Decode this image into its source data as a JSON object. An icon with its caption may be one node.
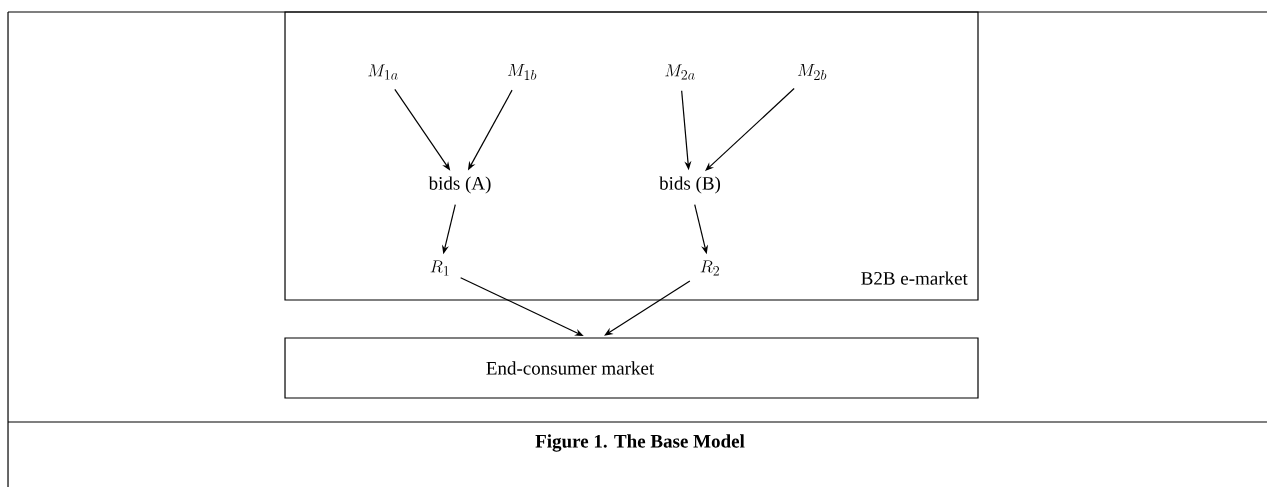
{
  "diagram": {
    "caption": "Figure 1. The Base Model",
    "nodes": [
      {
        "text": [
          "B2B e-market"
        ]
      },
      {
        "text": [
          "M_{1a}"
        ],
        "in": 0
      },
      {
        "text": [
          "M_{1b}"
        ],
        "in": 0
      },
      {
        "text": [
          "M_{2a}"
        ],
        "in": 0
      },
      {
        "text": [
          "M_{2b}"
        ],
        "in": 0
      },
      {
        "text": [
          "bids  (A)"
        ],
        "in": 0
      },
      {
        "text": [
          "bids  (B)"
        ],
        "in": 0
      },
      {
        "text": [
          "R_1"
        ],
        "in": 0
      },
      {
        "text": [
          "R_2"
        ],
        "in": 0
      },
      {
        "text": [
          "End-consumer market"
        ]
      }
    ],
    "edges": [
      {
        "from": 1,
        "to": 5,
        "arrow": "to"
      },
      {
        "from": 2,
        "to": 5,
        "arrow": "to"
      },
      {
        "from": 3,
        "to": 6,
        "arrow": "to"
      },
      {
        "from": 4,
        "to": 6,
        "arrow": "to"
      },
      {
        "from": 5,
        "to": 7,
        "arrow": "to"
      },
      {
        "from": 6,
        "to": 8,
        "arrow": "to"
      },
      {
        "from": 7,
        "to": 9,
        "arrow": "to"
      },
      {
        "from": 8,
        "to": 9,
        "arrow": "to"
      }
    ]
  }
}
